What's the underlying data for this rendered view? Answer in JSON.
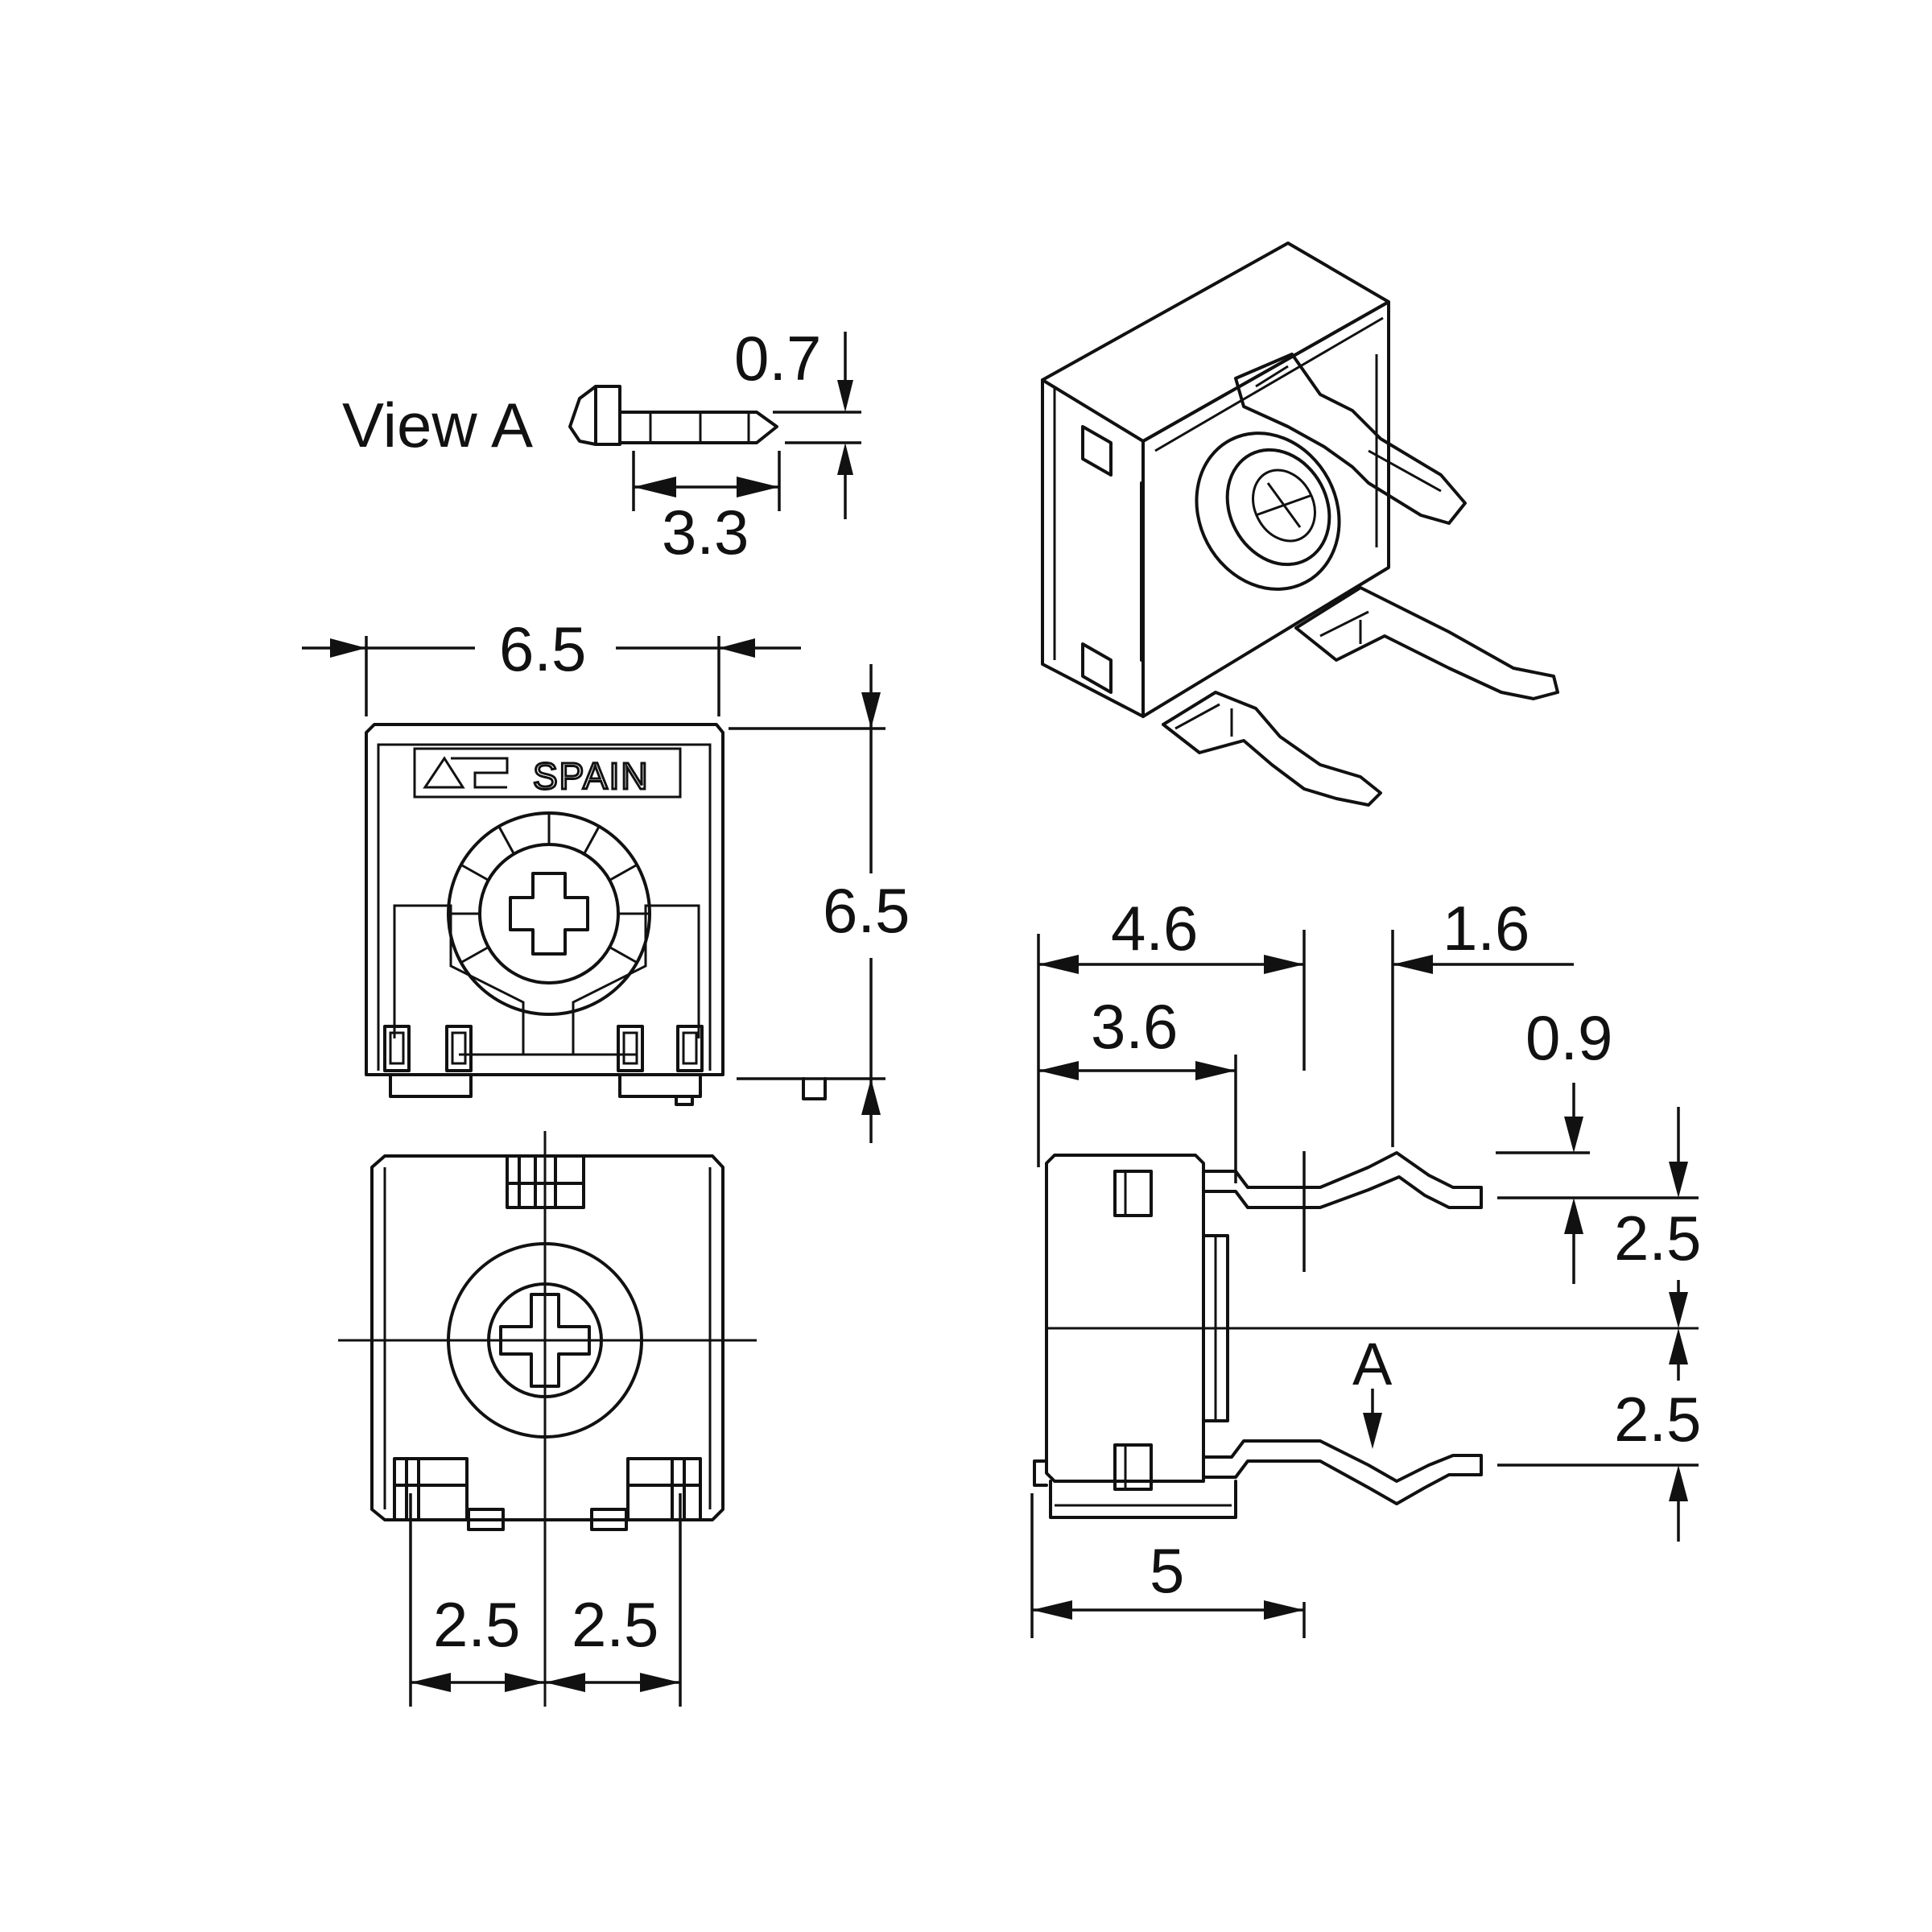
{
  "view_a": {
    "title": "View A",
    "dim_thickness": "0.7",
    "dim_length": "3.3"
  },
  "front_view": {
    "dim_width": "6.5",
    "dim_height": "6.5",
    "marking_text": "SPAIN"
  },
  "bottom_view": {
    "dim_pitch_left": "2.5",
    "dim_pitch_right": "2.5"
  },
  "side_view": {
    "dim_body_depth": "4.6",
    "dim_lead_offset": "1.6",
    "dim_body": "3.6",
    "dim_lead_height": "0.9",
    "dim_pitch_upper": "2.5",
    "dim_pitch_lower": "2.5",
    "dim_overall": "5",
    "view_marker": "A"
  }
}
